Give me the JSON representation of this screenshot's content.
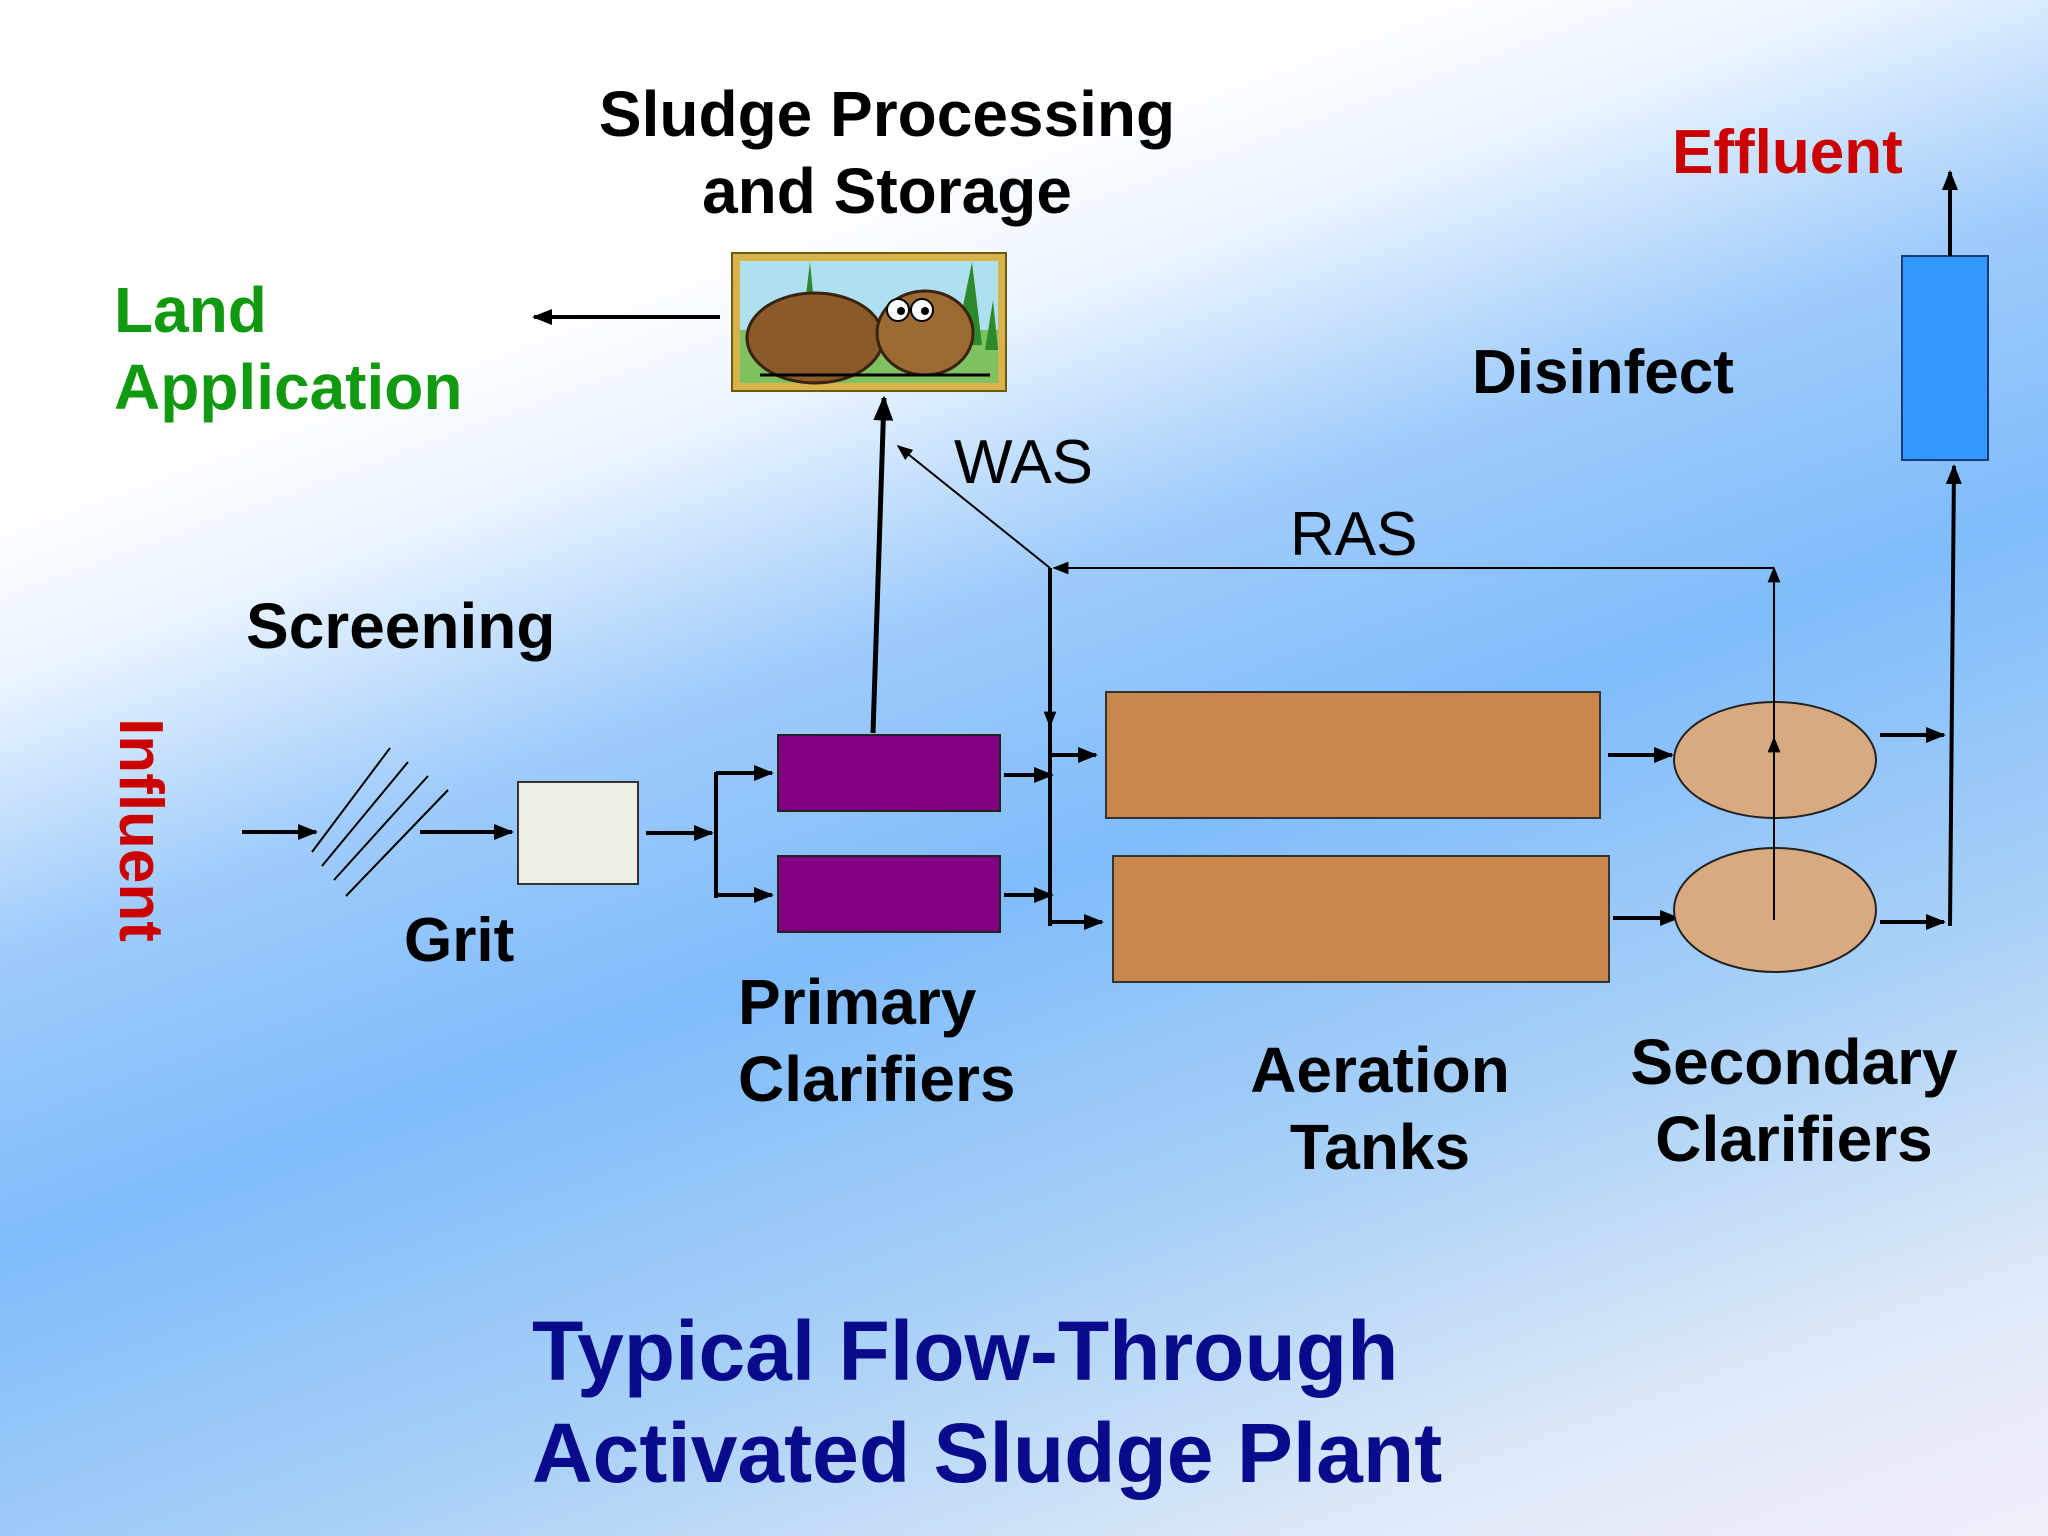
{
  "labels": {
    "sludge_processing": "Sludge Processing",
    "and_storage": "and Storage",
    "effluent": "Effluent",
    "land": "Land",
    "application": "Application",
    "disinfect": "Disinfect",
    "was": "WAS",
    "ras": "RAS",
    "screening": "Screening",
    "influent": "Influent",
    "grit": "Grit",
    "primary": "Primary",
    "clarifiers": "Clarifiers",
    "aeration": "Aeration",
    "tanks": "Tanks",
    "secondary": "Secondary",
    "secondary_clarifiers": "Clarifiers"
  },
  "title": {
    "line1": "Typical Flow-Through",
    "line2": "Activated Sludge Plant"
  },
  "colors": {
    "effluent_text": "#cc0000",
    "influent_text": "#cc0000",
    "land_text": "#119911",
    "title_text": "#0a0a8c",
    "primary_clarifier_fill": "#800080",
    "aeration_tank_fill": "#c8874c",
    "secondary_clarifier_fill": "#d9aa80",
    "grit_chamber_fill": "#efeee5",
    "disinfect_fill": "#3399ff"
  }
}
